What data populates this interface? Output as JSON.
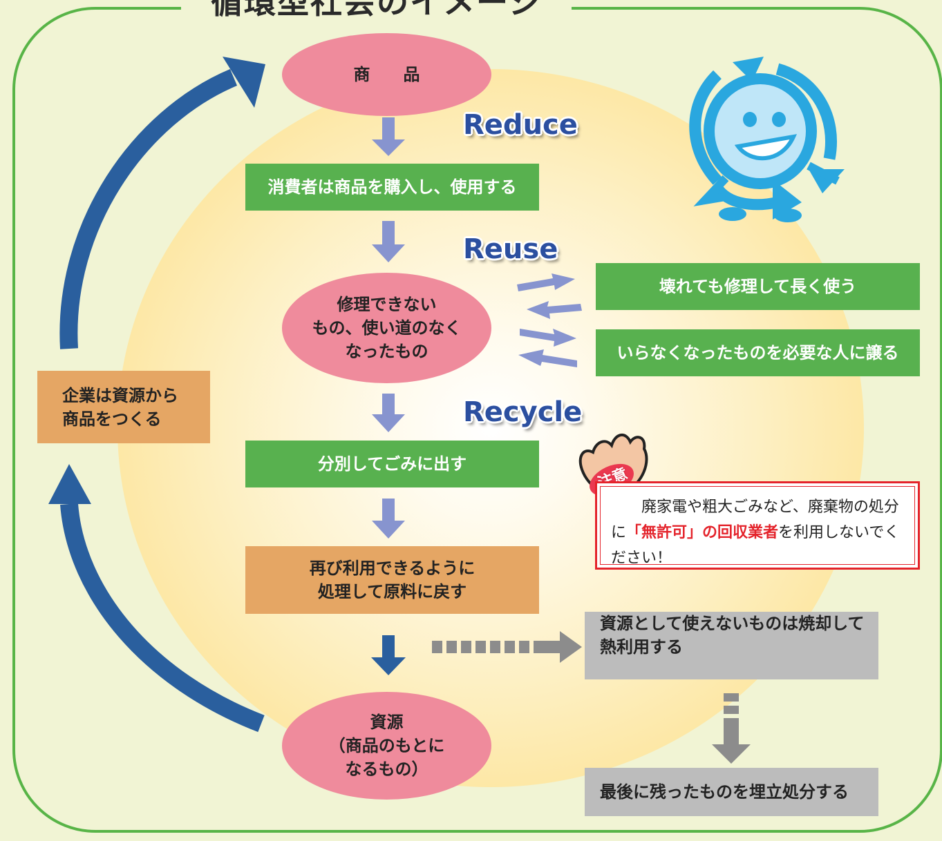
{
  "title": "循環型社会のイメージ",
  "nodes": {
    "product": "商　　品",
    "consumer": "消費者は商品を購入し、使用する",
    "unusable": [
      "修理できない",
      "もの、使い道のなく",
      "なったもの"
    ],
    "sort": "分別してごみに出す",
    "process": [
      "再び利用できるように",
      "処理して原料に戻す"
    ],
    "resource": [
      "資源",
      "（商品のもとに",
      "なるもの）"
    ],
    "company": [
      "企業は資源から",
      "商品をつくる"
    ],
    "repair": "壊れても修理して長く使う",
    "give": "いらなくなったものを必要な人に譲る",
    "incinerate": [
      "資源として使えないものは焼却して",
      "熱利用する"
    ],
    "landfill": "最後に残ったものを埋立処分する"
  },
  "labels": {
    "reduce": "Reduce",
    "reuse": "Reuse",
    "recycle": "Recycle"
  },
  "warning": {
    "badge": "注意",
    "pre": "　　廃家電や粗大ごみなど、廃棄物の処分に",
    "emphasis": "「無許可」の回収業者",
    "post": "を利用しないでください！"
  },
  "mascot": {
    "icon": "recycle-mascot-icon"
  },
  "colors": {
    "frame": "#58b447",
    "green": "#58b14f",
    "orange": "#e5a664",
    "pink": "#ef8b9c",
    "gray": "#bcbcbc",
    "dark_blue": "#2a5f9e",
    "light_arrow": "#8794cf",
    "warning_red": "#e4232b"
  }
}
